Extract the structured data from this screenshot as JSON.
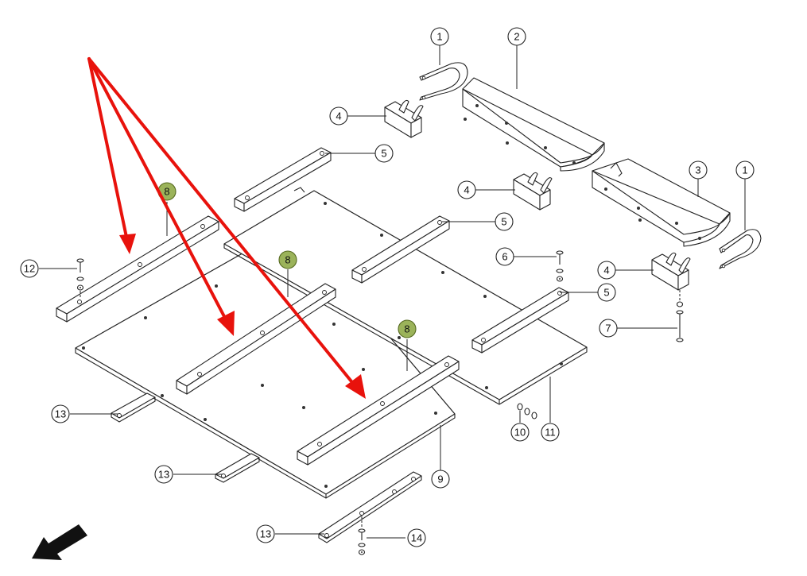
{
  "callouts": [
    {
      "label": "1"
    },
    {
      "label": "2"
    },
    {
      "label": "1"
    },
    {
      "label": "3"
    },
    {
      "label": "4"
    },
    {
      "label": "4"
    },
    {
      "label": "4"
    },
    {
      "label": "5"
    },
    {
      "label": "5"
    },
    {
      "label": "5"
    },
    {
      "label": "6"
    },
    {
      "label": "7"
    },
    {
      "label": "8"
    },
    {
      "label": "8"
    },
    {
      "label": "8"
    },
    {
      "label": "9"
    },
    {
      "label": "10"
    },
    {
      "label": "11"
    },
    {
      "label": "12"
    },
    {
      "label": "13"
    },
    {
      "label": "13"
    },
    {
      "label": "13"
    },
    {
      "label": "14"
    }
  ],
  "colors": {
    "annotation_arrow": "#e8120c",
    "highlight_callout": "#9bb35a",
    "line_art": "#222222"
  },
  "icons": [
    "direction-arrow-icon"
  ]
}
